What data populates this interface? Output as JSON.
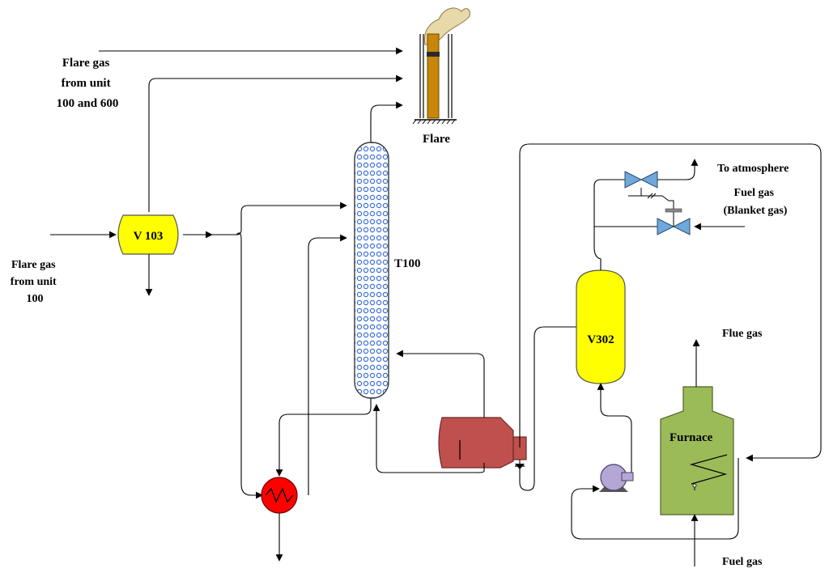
{
  "labels": {
    "flare_gas_100_600": [
      "Flare gas",
      "from unit",
      "100 and 600"
    ],
    "flare_gas_100": [
      "Flare gas",
      "from unit",
      "100"
    ],
    "flare": "Flare",
    "v103": "V 103",
    "t100": "T100",
    "v302": "V302",
    "furnace": "Furnace",
    "to_atmosphere": "To atmosphere",
    "fuel_gas_blanket": [
      "Fuel gas",
      "(Blanket gas)"
    ],
    "flue_gas": "Flue gas",
    "fuel_gas_bottom": "Fuel gas"
  },
  "colors": {
    "v103_fill": "#ffff00",
    "v302_fill": "#ffff00",
    "column_tray": "#3a6fd8",
    "heat_exchanger": "#ff0000",
    "reboiler": "#c0504d",
    "pump": "#b4a7d6",
    "furnace": "#9bbb59",
    "valve": "#6fa8dc",
    "flare_stack": "#c8860a"
  },
  "icons": {
    "heat_exchanger": "heat-exchanger-icon",
    "pump": "pump-icon",
    "valve": "valve-icon",
    "flare": "flare-stack-icon"
  }
}
